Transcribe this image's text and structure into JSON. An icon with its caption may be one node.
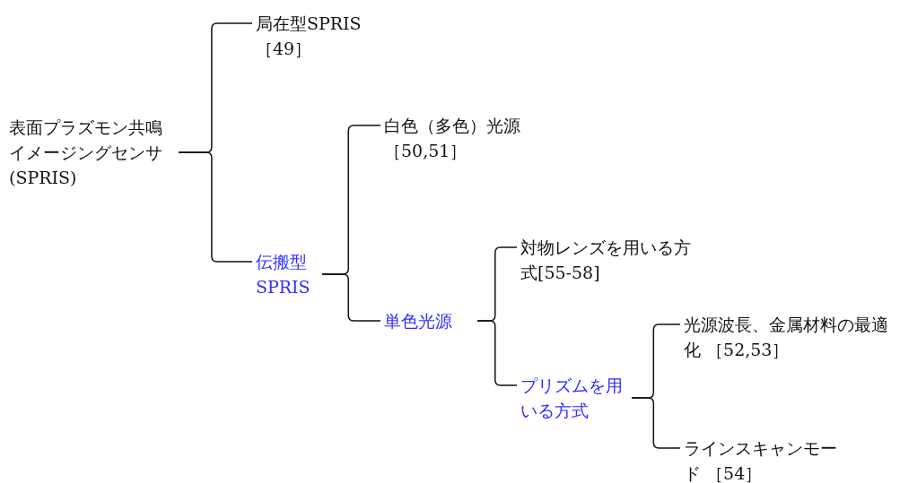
{
  "diagram": {
    "nodes": [
      {
        "text": [
          "表面プラズモン共鳴イメージングセンサ(SPRIS)"
        ]
      },
      {
        "text": [
          "局在型SPRIS ［49］"
        ]
      },
      {
        "text": [
          "伝搬型SPRIS"
        ]
      },
      {
        "text": [
          "白色（多色）光源［50,51］"
        ]
      },
      {
        "text": [
          "単色光源"
        ]
      },
      {
        "text": [
          "対物レンズを用いる方式[55-58]"
        ]
      },
      {
        "text": [
          "プリズムを用いる方式"
        ]
      },
      {
        "text": [
          "光源波長、金属材料の最適化 ［52,53］"
        ]
      },
      {
        "text": [
          "ラインスキャンモード ［54］"
        ]
      }
    ],
    "edges": [
      {
        "from": 0,
        "to": 1,
        "arrow": "none"
      },
      {
        "from": 0,
        "to": 2,
        "arrow": "none"
      },
      {
        "from": 2,
        "to": 3,
        "arrow": "none"
      },
      {
        "from": 2,
        "to": 4,
        "arrow": "none"
      },
      {
        "from": 4,
        "to": 5,
        "arrow": "none"
      },
      {
        "from": 4,
        "to": 6,
        "arrow": "none"
      },
      {
        "from": 6,
        "to": 7,
        "arrow": "none"
      },
      {
        "from": 6,
        "to": 8,
        "arrow": "none"
      }
    ]
  }
}
